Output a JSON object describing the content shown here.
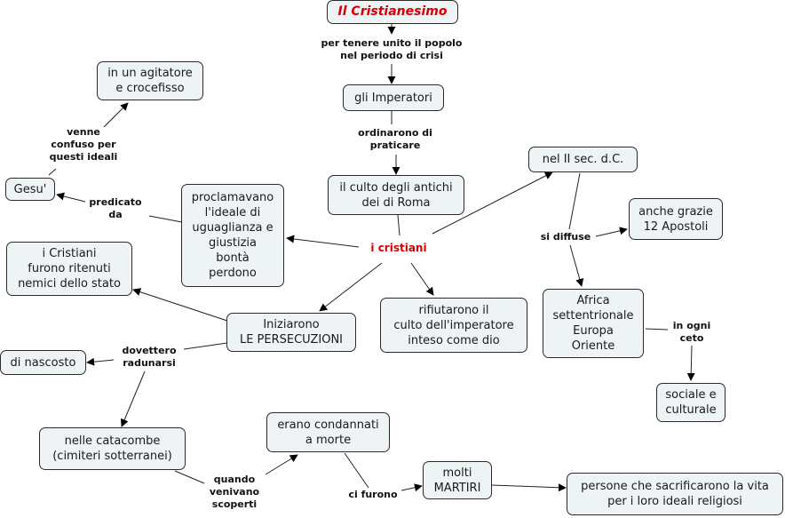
{
  "title": "Il Cristianesimo",
  "nodes": {
    "title": "Il Cristianesimo",
    "imperatori": "gli Imperatori",
    "culto_antichi": "il culto degli antichi\ndei di Roma",
    "agitatore": "in un agitatore\ne crocefisso",
    "gesu": "Gesu'",
    "proclamavano": "proclamavano\nl'ideale di\nuguaglianza e\ngiustizia\nbontà\nperdono",
    "ritenuti_nemici": "i Cristiani\nfurono ritenuti\nnemici dello stato",
    "persecuzioni": "Iniziarono\nLE PERSECUZIONI",
    "rifiutarono": "rifiutarono il\nculto dell'imperatore\ninteso come dio",
    "secolo": "nel II sec. d.C.",
    "apostoli": "anche grazie\n12 Apostoli",
    "africa": "Africa\nsettentrionale\nEuropa\nOriente",
    "sociale": "sociale e\nculturale",
    "nascosto": "di nascosto",
    "catacombe": "nelle catacombe\n(cimiteri sotterranei)",
    "condannati": "erano condannati\na morte",
    "martiri": "molti\nMARTIRI",
    "persone": "persone che sacrificarono la vita\nper i loro ideali religiosi"
  },
  "links": {
    "tenere_unito": "per tenere unito il popolo\nnel periodo di crisi",
    "ordinarono": "ordinarono di\npraticare",
    "i_cristiani": "i cristiani",
    "venne_confuso": "venne\nconfuso per\nquesti ideali",
    "predicato_da": "predicato\nda",
    "si_diffuse": "si diffuse",
    "in_ogni_ceto": "in ogni\nceto",
    "dovettero": "dovettero\nradunarsi",
    "quando": "quando\nvenivano\nscoperti",
    "ci_furono": "ci furono"
  },
  "colors": {
    "node_bg": "#eef3f6",
    "border": "#2b2b2b",
    "accent_red": "#d40000"
  }
}
